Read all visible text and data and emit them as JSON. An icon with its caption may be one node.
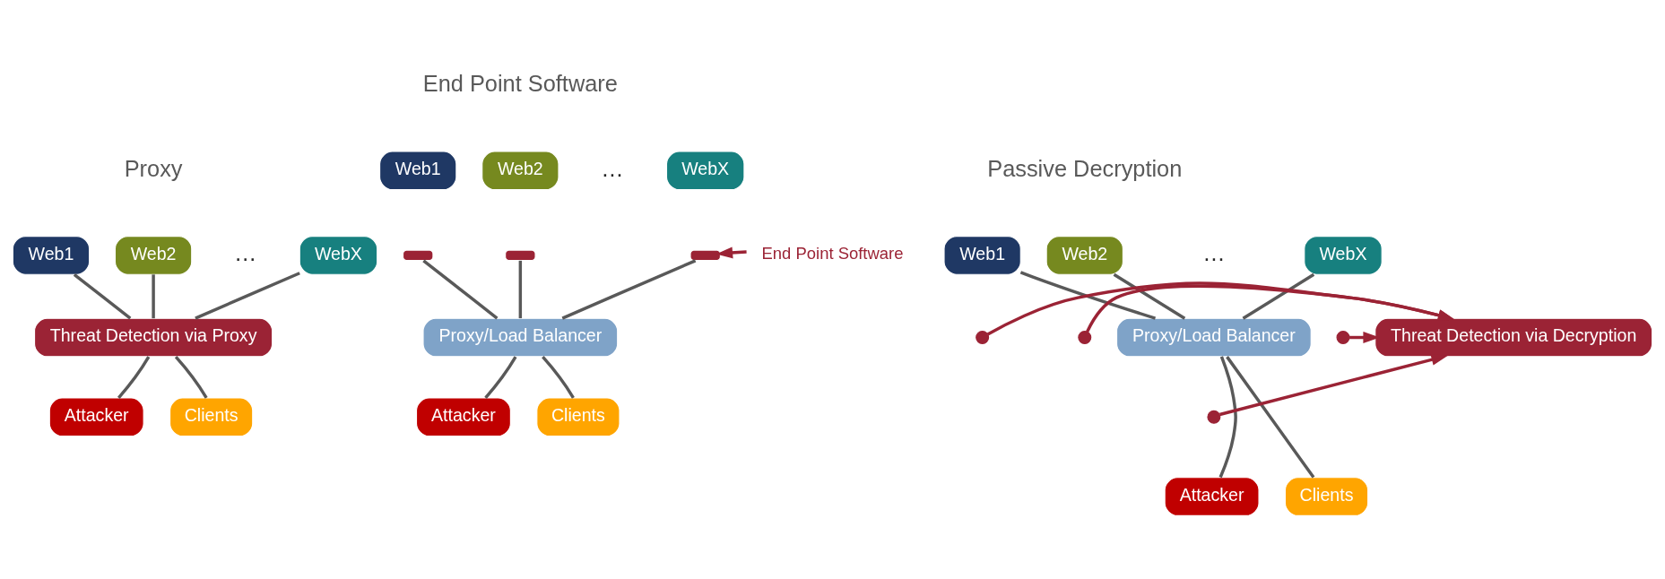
{
  "diagram": {
    "nodes": [
      {
        "text": [
          "Web1"
        ]
      },
      {
        "text": [
          "Web2"
        ]
      },
      {
        "text": [
          "WebX"
        ]
      },
      {
        "text": [
          "Threat Detection via Proxy"
        ]
      },
      {
        "text": [
          "Attacker"
        ]
      },
      {
        "text": [
          "Clients"
        ]
      },
      {
        "text": [
          "Web1"
        ]
      },
      {
        "text": [
          "Web2"
        ]
      },
      {
        "text": [
          "WebX"
        ]
      },
      {
        "text": [
          "Proxy/Load Balancer"
        ]
      },
      {
        "text": [
          "Attacker"
        ]
      },
      {
        "text": [
          "Clients"
        ]
      },
      {
        "text": [],
        "shape": "bar"
      },
      {
        "text": [],
        "shape": "bar"
      },
      {
        "text": [],
        "shape": "bar"
      },
      {
        "text": [
          "End Point Software"
        ]
      },
      {
        "text": [
          "Web1"
        ]
      },
      {
        "text": [
          "Web2"
        ]
      },
      {
        "text": [
          "WebX"
        ]
      },
      {
        "text": [
          "Proxy/Load Balancer"
        ]
      },
      {
        "text": [
          "Threat Detection via Decryption"
        ]
      },
      {
        "text": [
          "Attacker"
        ]
      },
      {
        "text": [
          "Clients"
        ]
      },
      {
        "text": [],
        "shape": "circle"
      },
      {
        "text": [],
        "shape": "circle"
      },
      {
        "text": [],
        "shape": "circle"
      },
      {
        "text": [],
        "shape": "circle"
      }
    ],
    "edges": [
      {
        "from": 0,
        "to": 3,
        "arrow": "none"
      },
      {
        "from": 1,
        "to": 3,
        "arrow": "none"
      },
      {
        "from": 2,
        "to": 3,
        "arrow": "none"
      },
      {
        "from": 4,
        "to": 3,
        "arrow": "none"
      },
      {
        "from": 5,
        "to": 3,
        "arrow": "none"
      },
      {
        "from": 12,
        "to": 9,
        "arrow": "none"
      },
      {
        "from": 13,
        "to": 9,
        "arrow": "none"
      },
      {
        "from": 14,
        "to": 9,
        "arrow": "none"
      },
      {
        "from": 10,
        "to": 9,
        "arrow": "none"
      },
      {
        "from": 11,
        "to": 9,
        "arrow": "none"
      },
      {
        "from": 15,
        "to": 14,
        "arrow": "to",
        "color": "#9b2335"
      },
      {
        "from": 16,
        "to": 19,
        "arrow": "none"
      },
      {
        "from": 17,
        "to": 19,
        "arrow": "none"
      },
      {
        "from": 18,
        "to": 19,
        "arrow": "none"
      },
      {
        "from": 21,
        "to": 19,
        "arrow": "none"
      },
      {
        "from": 22,
        "to": 19,
        "arrow": "none"
      },
      {
        "from": 23,
        "to": 20,
        "arrow": "to",
        "color": "#9b2335"
      },
      {
        "from": 24,
        "to": 20,
        "arrow": "to",
        "color": "#9b2335"
      },
      {
        "from": 25,
        "to": 20,
        "arrow": "to",
        "color": "#9b2335"
      },
      {
        "from": 26,
        "to": 20,
        "arrow": "to",
        "color": "#9b2335"
      }
    ],
    "labels": [
      "Proxy",
      "End Point Software",
      "Passive Decryption",
      "…",
      "…",
      "…"
    ]
  }
}
